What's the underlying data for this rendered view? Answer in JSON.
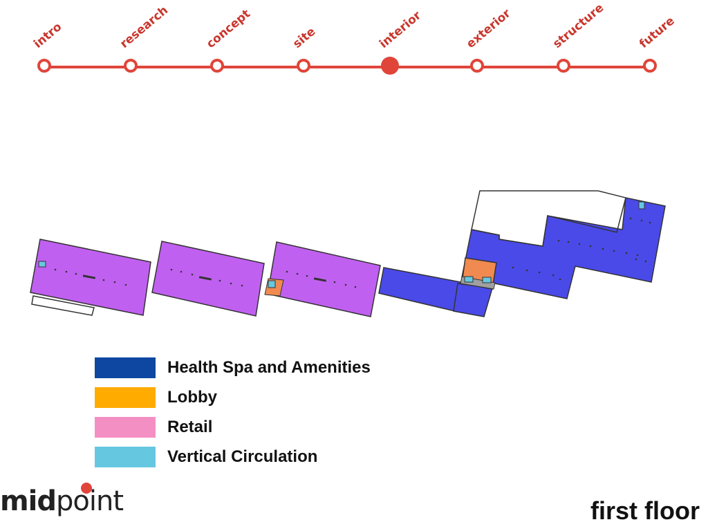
{
  "timeline": {
    "items": [
      "intro",
      "research",
      "concept",
      "site",
      "interior",
      "exterior",
      "structure",
      "future"
    ],
    "active_index": 4,
    "color": "#e0453a"
  },
  "legend": [
    {
      "label": "Health Spa and Amenities",
      "color": "#0d47a1"
    },
    {
      "label": "Lobby",
      "color": "#ffab00"
    },
    {
      "label": "Retail",
      "color": "#f48fc3"
    },
    {
      "label": "Vertical Circulation",
      "color": "#66c8e0"
    }
  ],
  "plan_colors": {
    "retail_fill": "#c060f0",
    "spa_fill": "#4a4ae8",
    "lobby_fill": "#f08a50",
    "circulation_fill": "#66c8e0"
  },
  "logo": {
    "bold_part": "mid",
    "regular_part": "point"
  },
  "page_title": "first floor"
}
